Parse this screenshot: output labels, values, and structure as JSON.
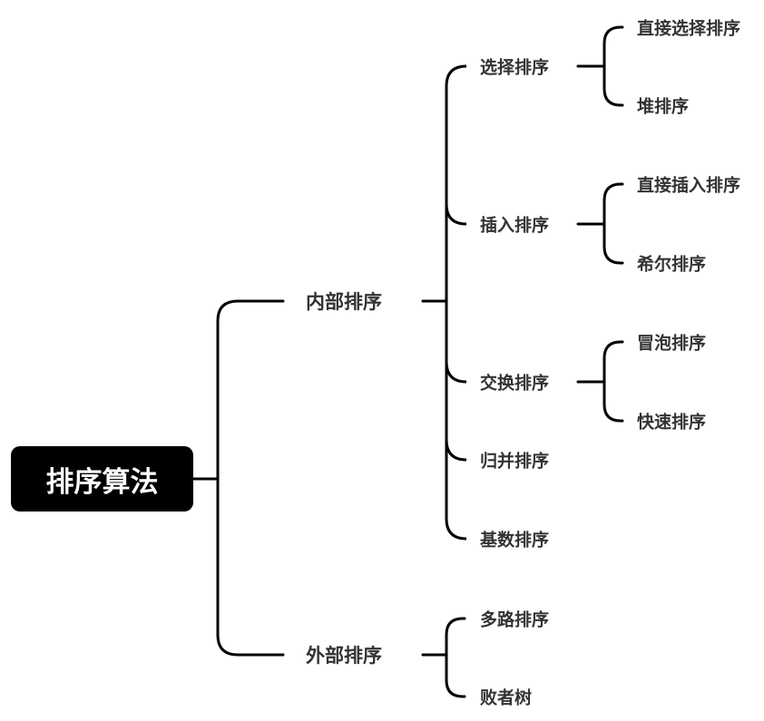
{
  "colors": {
    "root_bg": "#000000",
    "root_text": "#ffffff",
    "text": "#333333",
    "line": "#000000"
  },
  "mindmap": {
    "root": "排序算法",
    "branches": [
      {
        "label": "内部排序",
        "children": [
          {
            "label": "选择排序",
            "children": [
              "直接选择排序",
              "堆排序"
            ]
          },
          {
            "label": "插入排序",
            "children": [
              "直接插入排序",
              "希尔排序"
            ]
          },
          {
            "label": "交换排序",
            "children": [
              "冒泡排序",
              "快速排序"
            ]
          },
          {
            "label": "归并排序",
            "children": []
          },
          {
            "label": "基数排序",
            "children": []
          }
        ]
      },
      {
        "label": "外部排序",
        "children": [
          {
            "label": "多路排序",
            "children": []
          },
          {
            "label": "败者树",
            "children": []
          }
        ]
      }
    ]
  }
}
